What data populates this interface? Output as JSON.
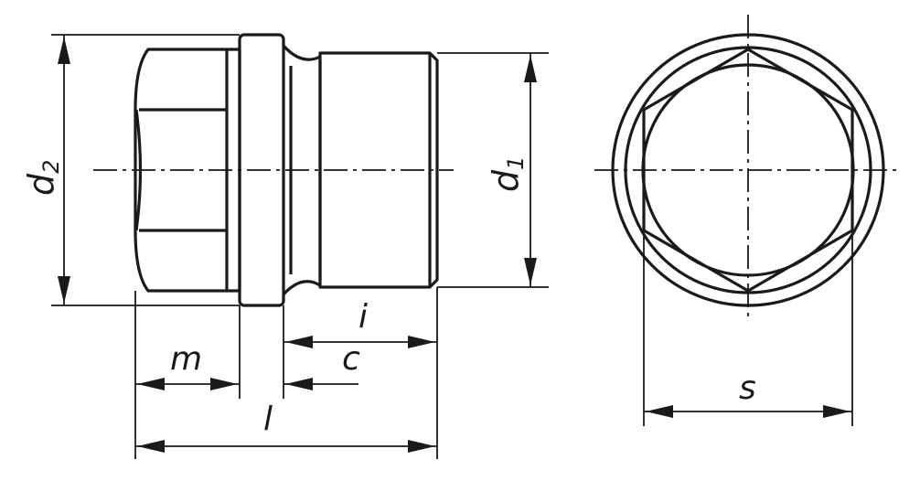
{
  "labels": {
    "d2": {
      "main": "d",
      "sub": "2"
    },
    "d1": {
      "main": "d",
      "sub": "1"
    },
    "i": "i",
    "c": "c",
    "m": "m",
    "l": "l",
    "s": "s"
  }
}
